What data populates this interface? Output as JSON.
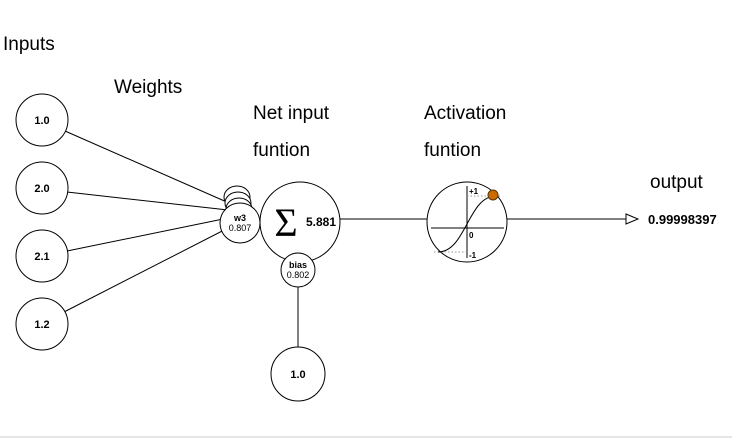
{
  "labels": {
    "inputs": "Inputs",
    "weights": "Weights",
    "net_input_1": "Net input",
    "net_input_2": "funtion",
    "activation_1": "Activation",
    "activation_2": "funtion",
    "output": "output"
  },
  "inputs": [
    {
      "value": "1.0"
    },
    {
      "value": "2.0"
    },
    {
      "value": "2.1"
    },
    {
      "value": "1.2"
    }
  ],
  "weight_node": {
    "name": "w3",
    "value": "0.807"
  },
  "sum_node": {
    "symbol": "Σ",
    "value": "5.881"
  },
  "bias_node": {
    "name": "bias",
    "value": "0.802"
  },
  "bias_input_value": "1.0",
  "activation_axis": {
    "max": "+1",
    "zero": "0",
    "min": "-1"
  },
  "output_value": "0.99998397",
  "colors": {
    "dot_fill": "#cc6a00",
    "dot_stroke": "#5a3300"
  }
}
